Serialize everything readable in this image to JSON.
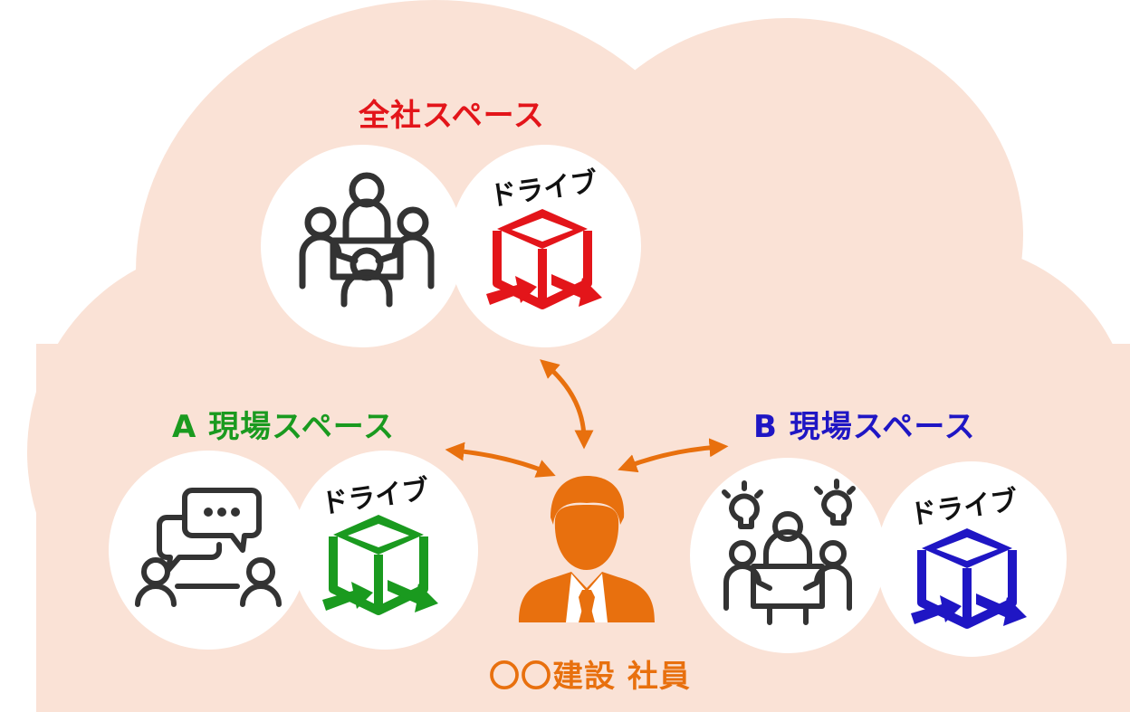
{
  "spaces": {
    "company": {
      "label": "全社スペース",
      "color": "#e3151a",
      "drive_label": "ドライブ"
    },
    "site_a": {
      "label": "A 現場スペース",
      "color": "#1a9a1f",
      "drive_label": "ドライブ"
    },
    "site_b": {
      "label": "B 現場スペース",
      "color": "#1f16c4",
      "drive_label": "ドライブ"
    }
  },
  "employee": {
    "label": "〇〇建設 社員",
    "color": "#e8700e"
  },
  "colors": {
    "cloud": "#fae2d6",
    "icon_stroke": "#333333",
    "arrow": "#e8700e"
  },
  "icons": [
    "meeting-group-icon",
    "chat-people-icon",
    "idea-meeting-icon",
    "drive-box-icon",
    "employee-icon"
  ]
}
